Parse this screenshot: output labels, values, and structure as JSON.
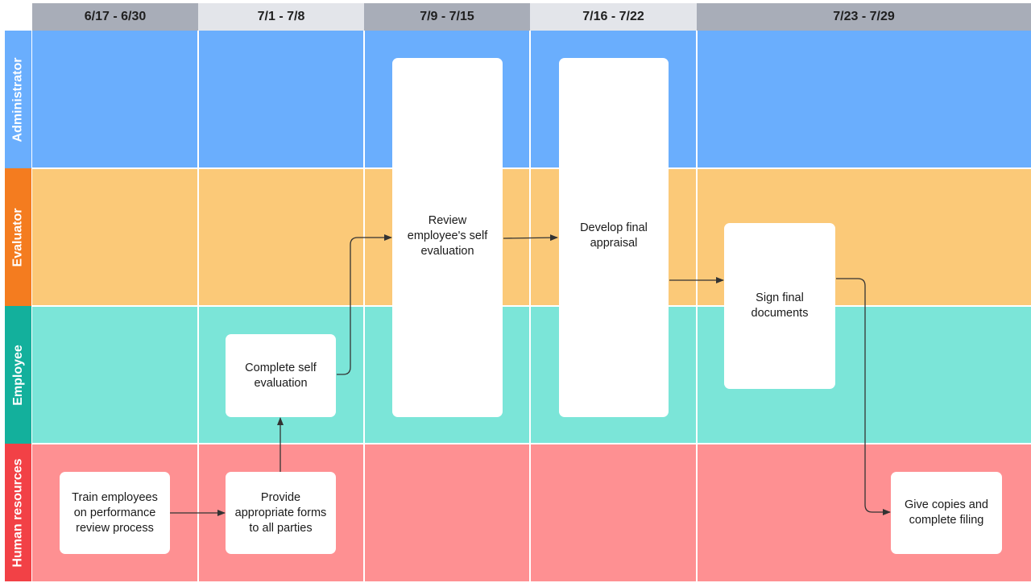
{
  "columns": [
    "6/17 - 6/30",
    "7/1 - 7/8",
    "7/9 - 7/15",
    "7/16 - 7/22",
    "7/23 - 7/29"
  ],
  "lanes": [
    {
      "label": "Administrator",
      "label_color": "#6aaefd",
      "fill_color": "#6aaefd"
    },
    {
      "label": "Evaluator",
      "label_color": "#f47c1f",
      "fill_color": "#fbc978"
    },
    {
      "label": "Employee",
      "label_color": "#13b09c",
      "fill_color": "#7be5d8"
    },
    {
      "label": "Human resources",
      "label_color": "#f24146",
      "fill_color": "#fe9092"
    }
  ],
  "steps": {
    "train": "Train employees\non performance\nreview process",
    "forms": "Provide\nappropriate forms\nto all parties",
    "self_eval": "Complete self\nevaluation",
    "review": "Review\nemployee's self\nevaluation",
    "appraisal": "Develop final\nappraisal",
    "sign": "Sign final\ndocuments",
    "copies": "Give copies and\ncomplete filing"
  },
  "colors": {
    "header_dark": "#a8adb8",
    "header_light": "#e3e5ea",
    "connector": "#333333"
  }
}
